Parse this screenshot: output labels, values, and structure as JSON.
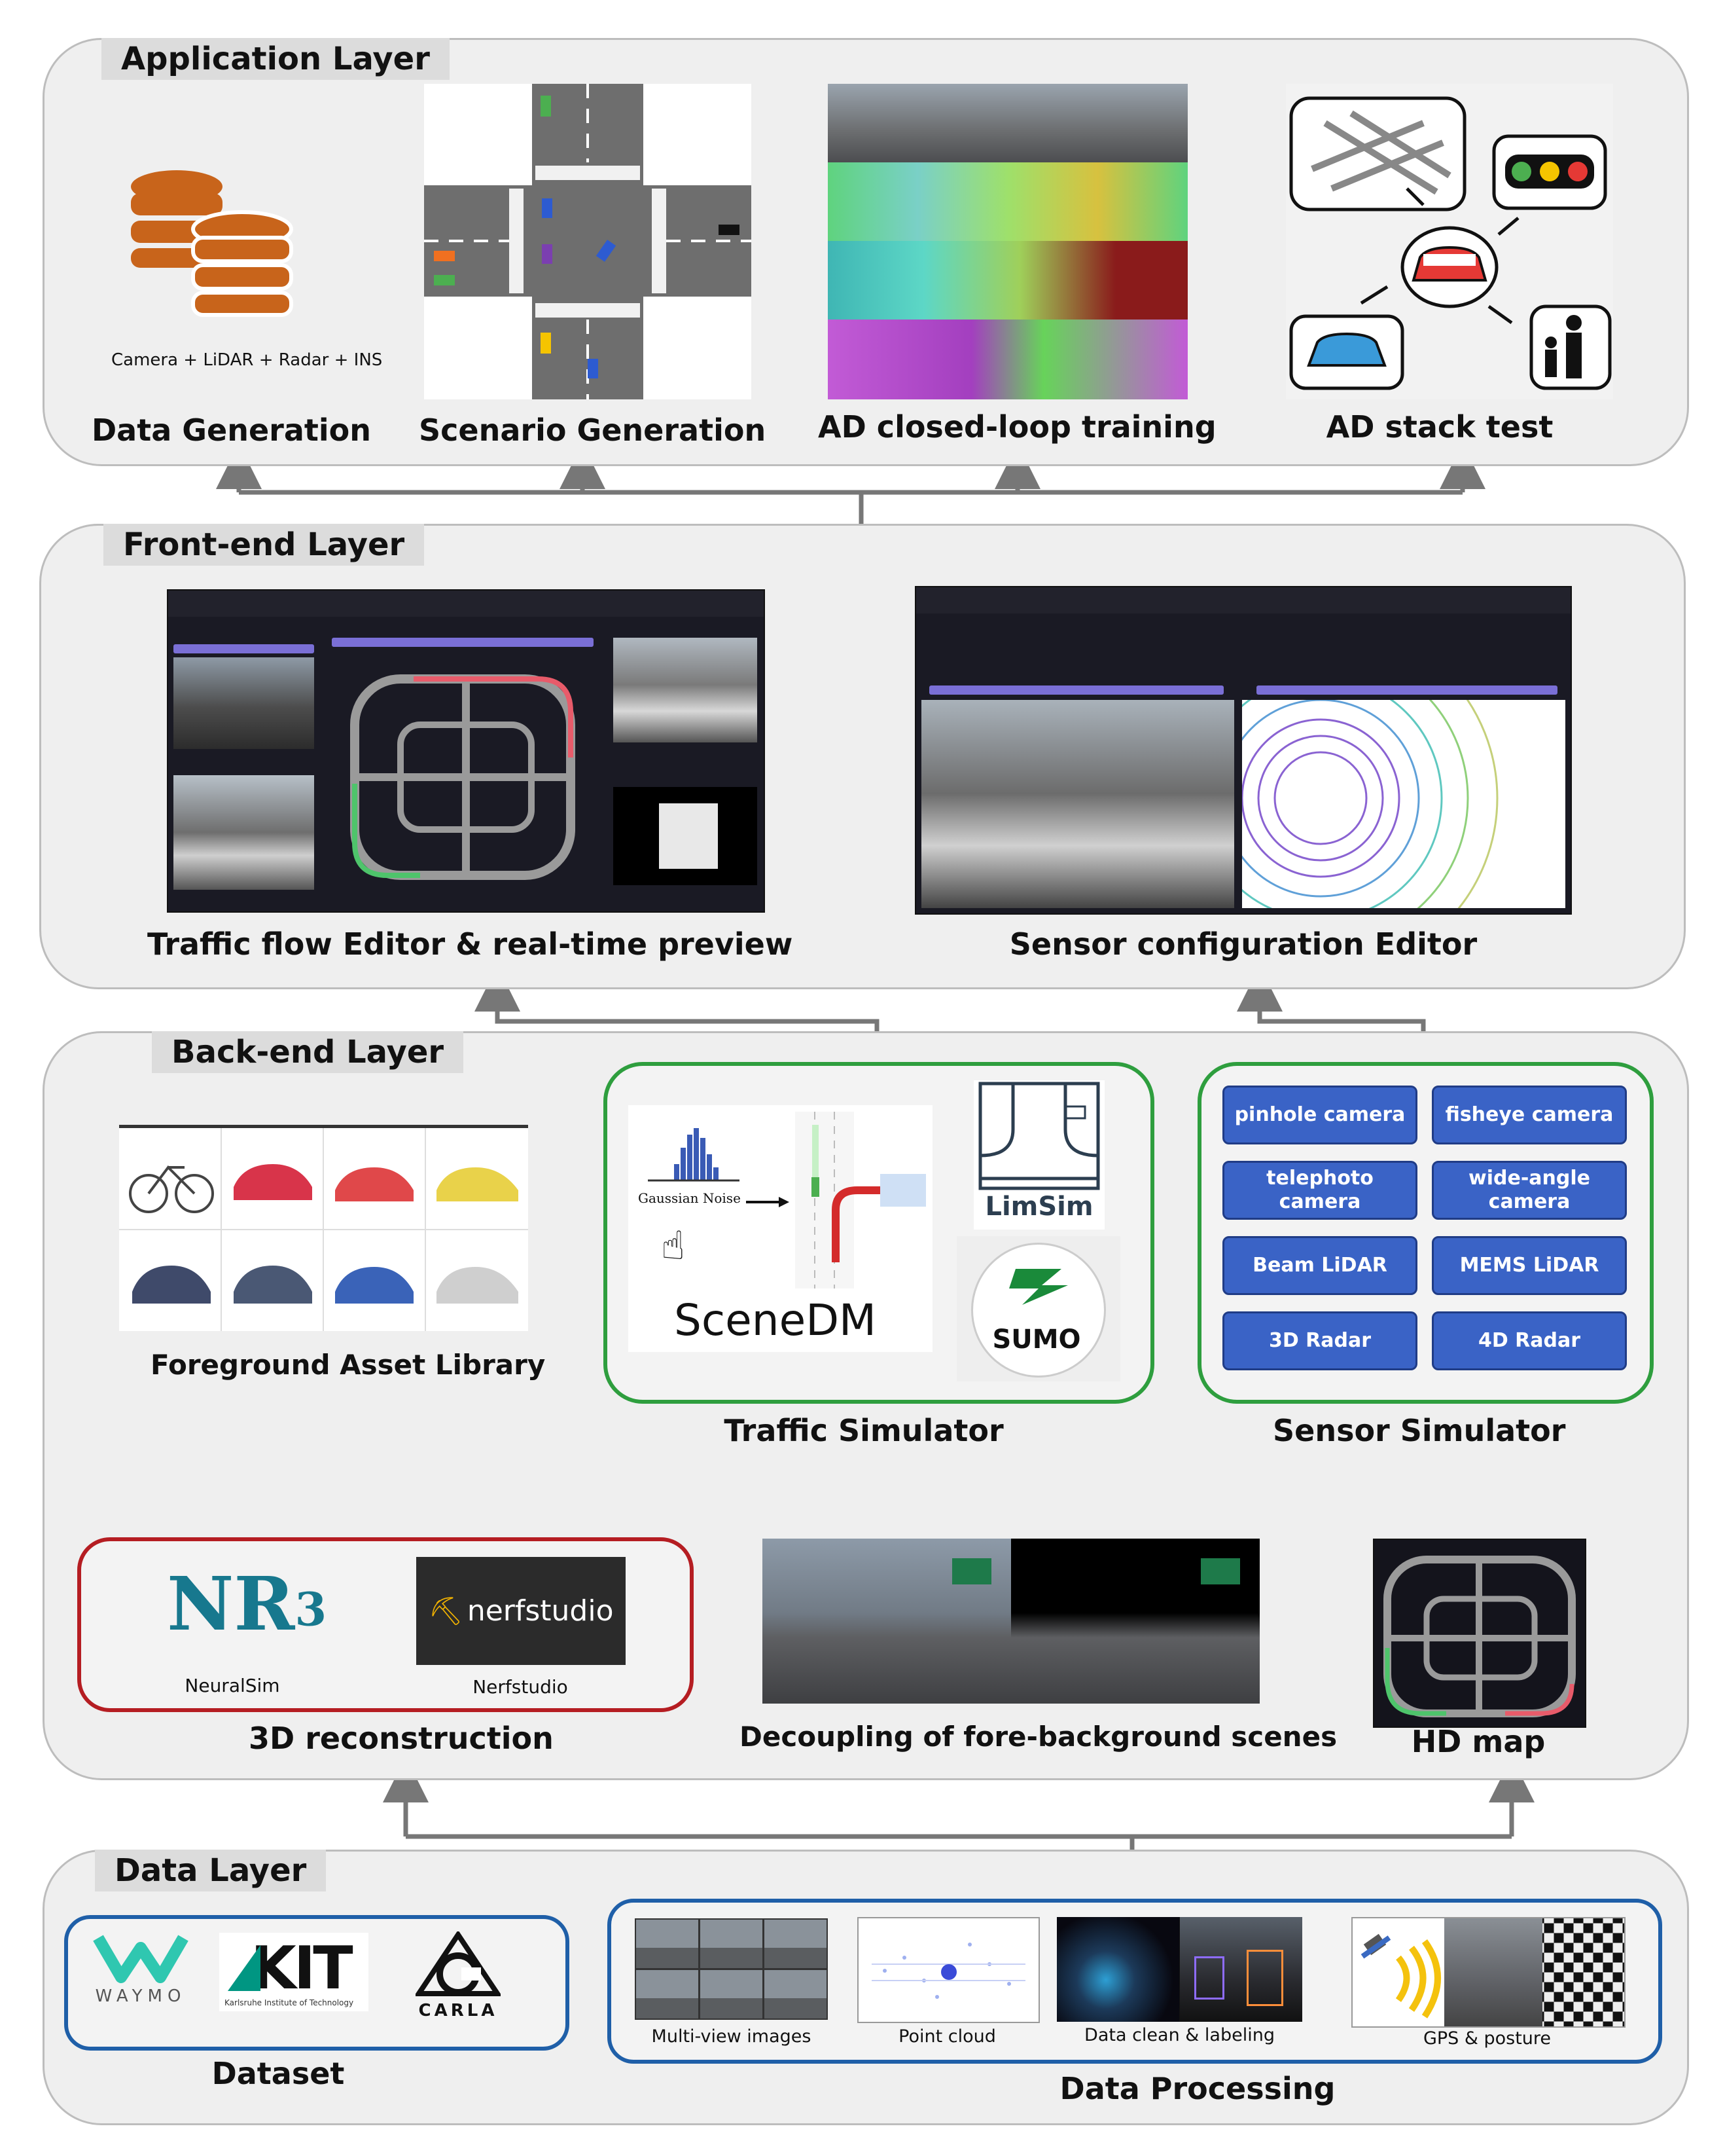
{
  "application_layer": {
    "title": "Application Layer",
    "items": [
      {
        "label": "Data Generation",
        "sublabel": "Camera + LiDAR + Radar + INS"
      },
      {
        "label": "Scenario Generation"
      },
      {
        "label": "AD closed-loop training"
      },
      {
        "label": "AD stack test"
      }
    ]
  },
  "frontend_layer": {
    "title": "Front-end Layer",
    "items": [
      {
        "label": "Traffic flow Editor & real-time preview"
      },
      {
        "label": "Sensor configuration Editor"
      }
    ]
  },
  "backend_layer": {
    "title": "Back-end Layer",
    "foreground_asset_library": "Foreground Asset Library",
    "traffic_simulator": {
      "label": "Traffic Simulator",
      "scenedm": "SceneDM",
      "gaussian_noise": "Gaussian Noise",
      "limsim": "LimSim",
      "sumo": "SUMO"
    },
    "sensor_simulator": {
      "label": "Sensor Simulator",
      "sensors": [
        "pinhole camera",
        "fisheye camera",
        "telephoto camera",
        "wide-angle camera",
        "Beam LiDAR",
        "MEMS LiDAR",
        "3D Radar",
        "4D Radar"
      ]
    },
    "reconstruction": {
      "label": "3D reconstruction",
      "neuralsim": "NeuralSim",
      "nerfstudio": "Nerfstudio",
      "nr3_logo": "NR",
      "nr3_sup": "3",
      "nerfstudio_logo": "nerfstudio"
    },
    "decoupling": "Decoupling of fore-background scenes",
    "hd_map": "HD map"
  },
  "data_layer": {
    "title": "Data Layer",
    "dataset": {
      "label": "Dataset",
      "waymo": "WAYMO",
      "kit": "KIT",
      "kit_sub": "Karlsruhe Institute of Technology",
      "carla": "CARLA"
    },
    "processing": {
      "label": "Data Processing",
      "items": [
        "Multi-view images",
        "Point cloud",
        "Data clean & labeling",
        "GPS & posture"
      ]
    }
  },
  "colors": {
    "layer_bg": "#efefef",
    "green_border": "#2e9e3e",
    "red_border": "#b51d22",
    "blue_border": "#1f5fa8",
    "sensor_button": "#3a63c6",
    "arrow": "#777777"
  }
}
